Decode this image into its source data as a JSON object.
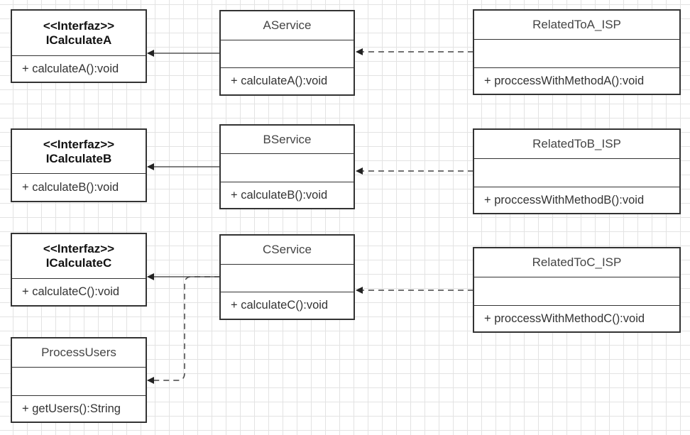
{
  "classes": {
    "icalculate_a": {
      "stereotype": "<<Interfaz>>",
      "name": "ICalculateA",
      "method": "+ calculateA():void"
    },
    "icalculate_b": {
      "stereotype": "<<Interfaz>>",
      "name": "ICalculateB",
      "method": "+ calculateB():void"
    },
    "icalculate_c": {
      "stereotype": "<<Interfaz>>",
      "name": "ICalculateC",
      "method": "+ calculateC():void"
    },
    "process_users": {
      "name": "ProcessUsers",
      "method": "+ getUsers():String"
    },
    "a_service": {
      "name": "AService",
      "method": "+ calculateA():void"
    },
    "b_service": {
      "name": "BService",
      "method": "+ calculateB():void"
    },
    "c_service": {
      "name": "CService",
      "method": "+ calculateC():void"
    },
    "related_a": {
      "name": "RelatedToA_ISP",
      "method": "+ proccessWithMethodA():void"
    },
    "related_b": {
      "name": "RelatedToB_ISP",
      "method": "+ proccessWithMethodB():void"
    },
    "related_c": {
      "name": "RelatedToC_ISP",
      "method": "+ proccessWithMethodC():void"
    }
  }
}
